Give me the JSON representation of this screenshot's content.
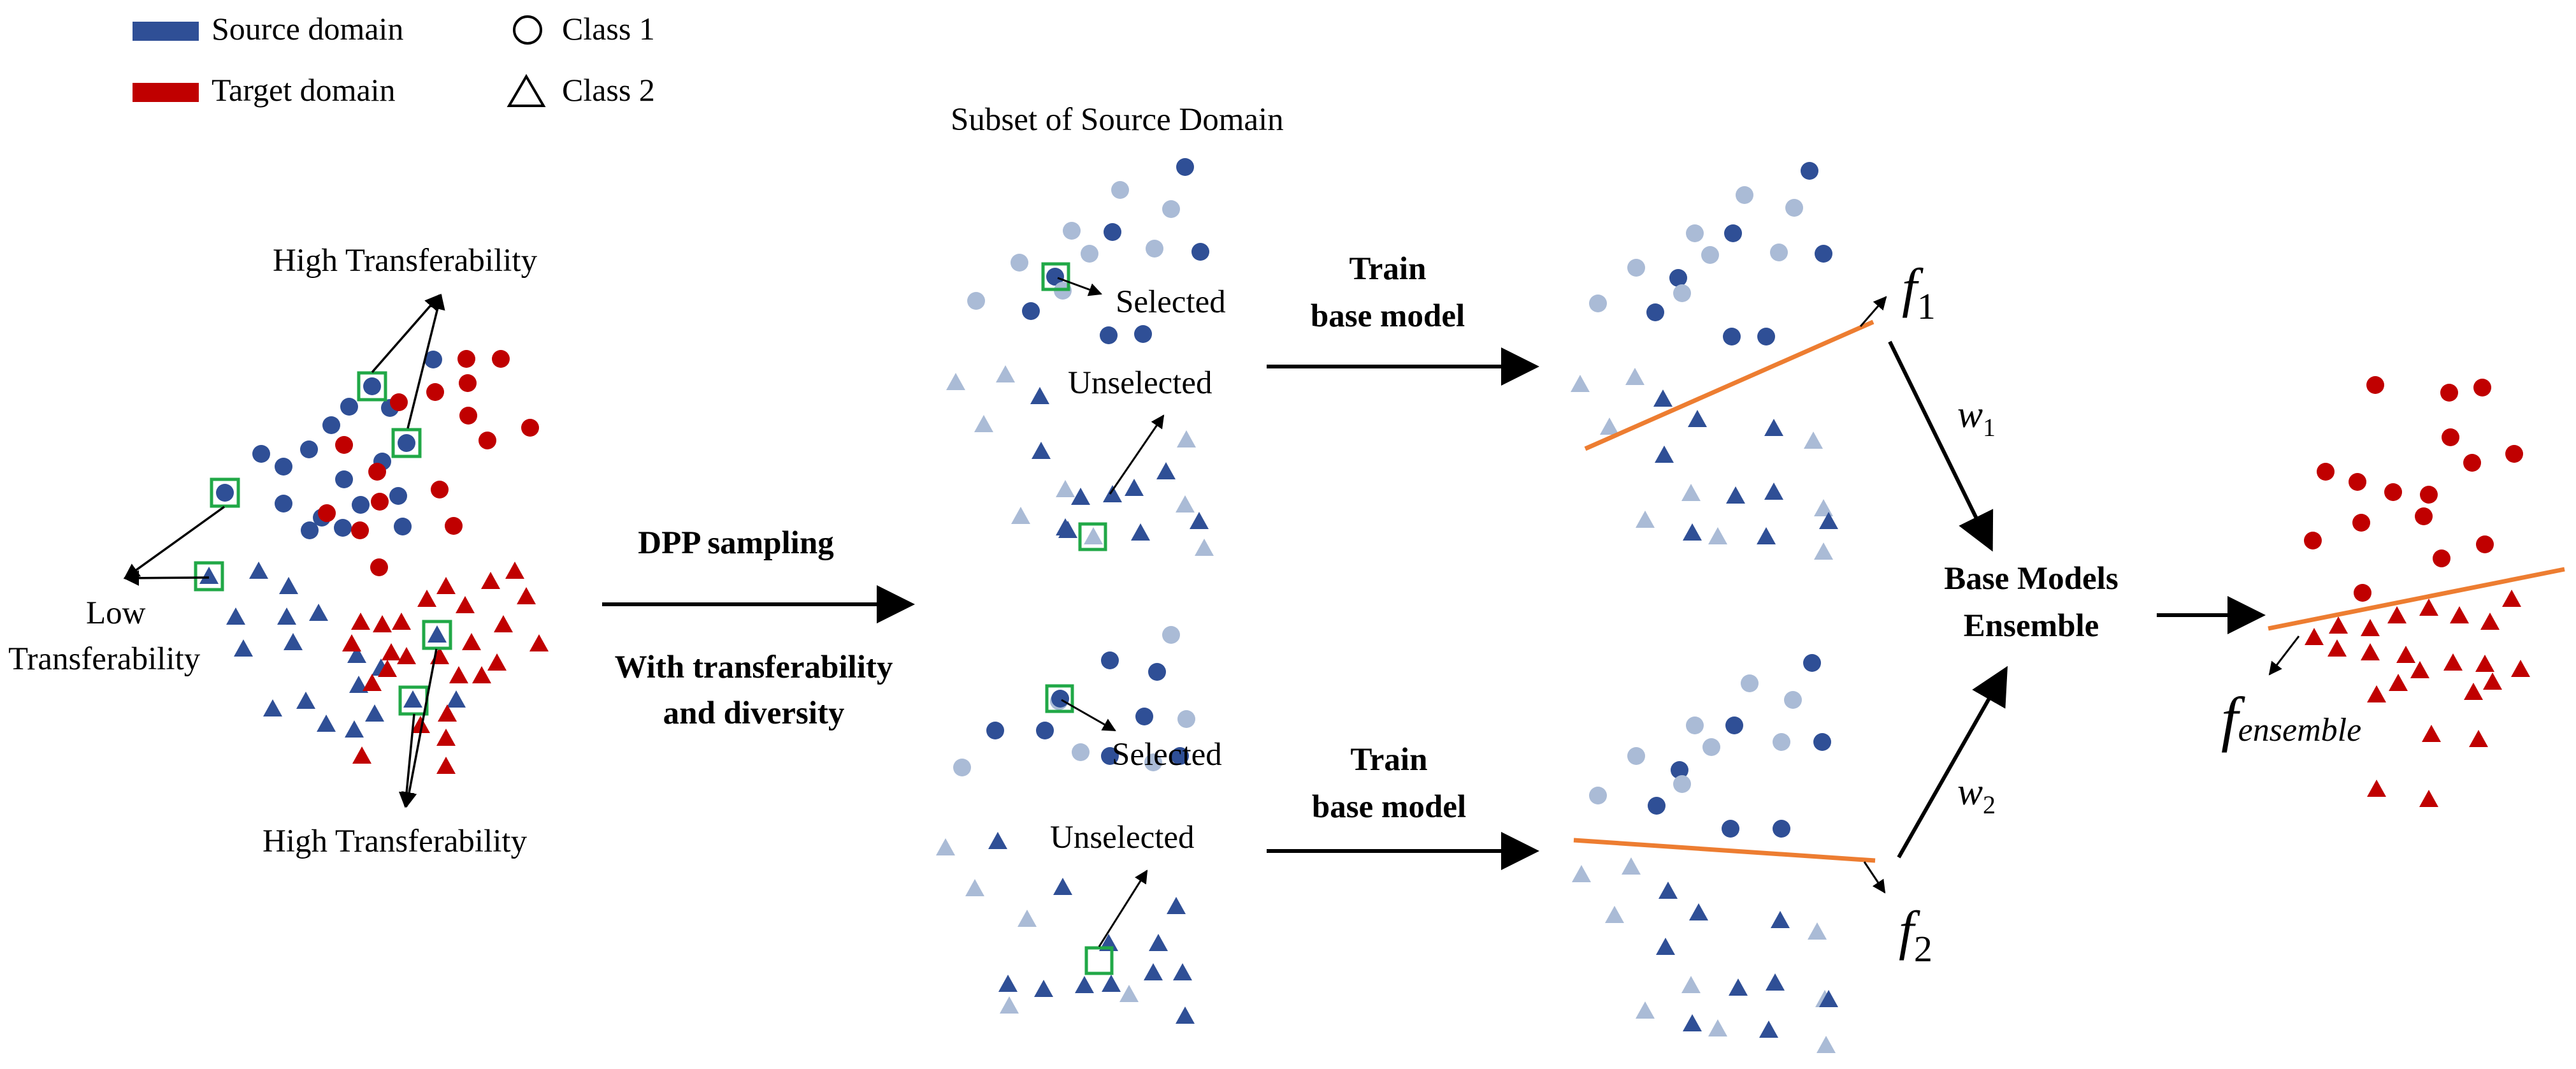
{
  "legend": {
    "source_domain": "Source domain",
    "target_domain": "Target domain",
    "class1": "Class 1",
    "class2": "Class 2"
  },
  "labels": {
    "high_transferability_top": "High Transferability",
    "high_transferability_bottom": "High Transferability",
    "low_transferability_line1": "Low",
    "low_transferability_line2": "Transferability",
    "dpp_sampling": "DPP sampling",
    "with_transferability_line1": "With transferability",
    "with_transferability_line2": "and diversity",
    "subset_title": "Subset of Source Domain",
    "selected_top": "Selected",
    "unselected_top": "Unselected",
    "selected_bottom": "Selected",
    "unselected_bottom": "Unselected",
    "train_top_line1": "Train",
    "train_top_line2": "base model",
    "train_bottom_line1": "Train",
    "train_bottom_line2": "base model",
    "ensemble_line1": "Base Models",
    "ensemble_line2": "Ensemble",
    "f1": "f",
    "f1_sub": "1",
    "f2": "f",
    "f2_sub": "2",
    "w1": "w",
    "w1_sub": "1",
    "w2": "w",
    "w2_sub": "2",
    "f_ens": "f",
    "f_ens_sub": "ensemble"
  },
  "colors": {
    "source": "#2f4f96",
    "source_light": "#aabbd6",
    "target": "#c00000",
    "highlight": "#21a847",
    "decision_line": "#ed7d31",
    "arrow": "#000000"
  }
}
